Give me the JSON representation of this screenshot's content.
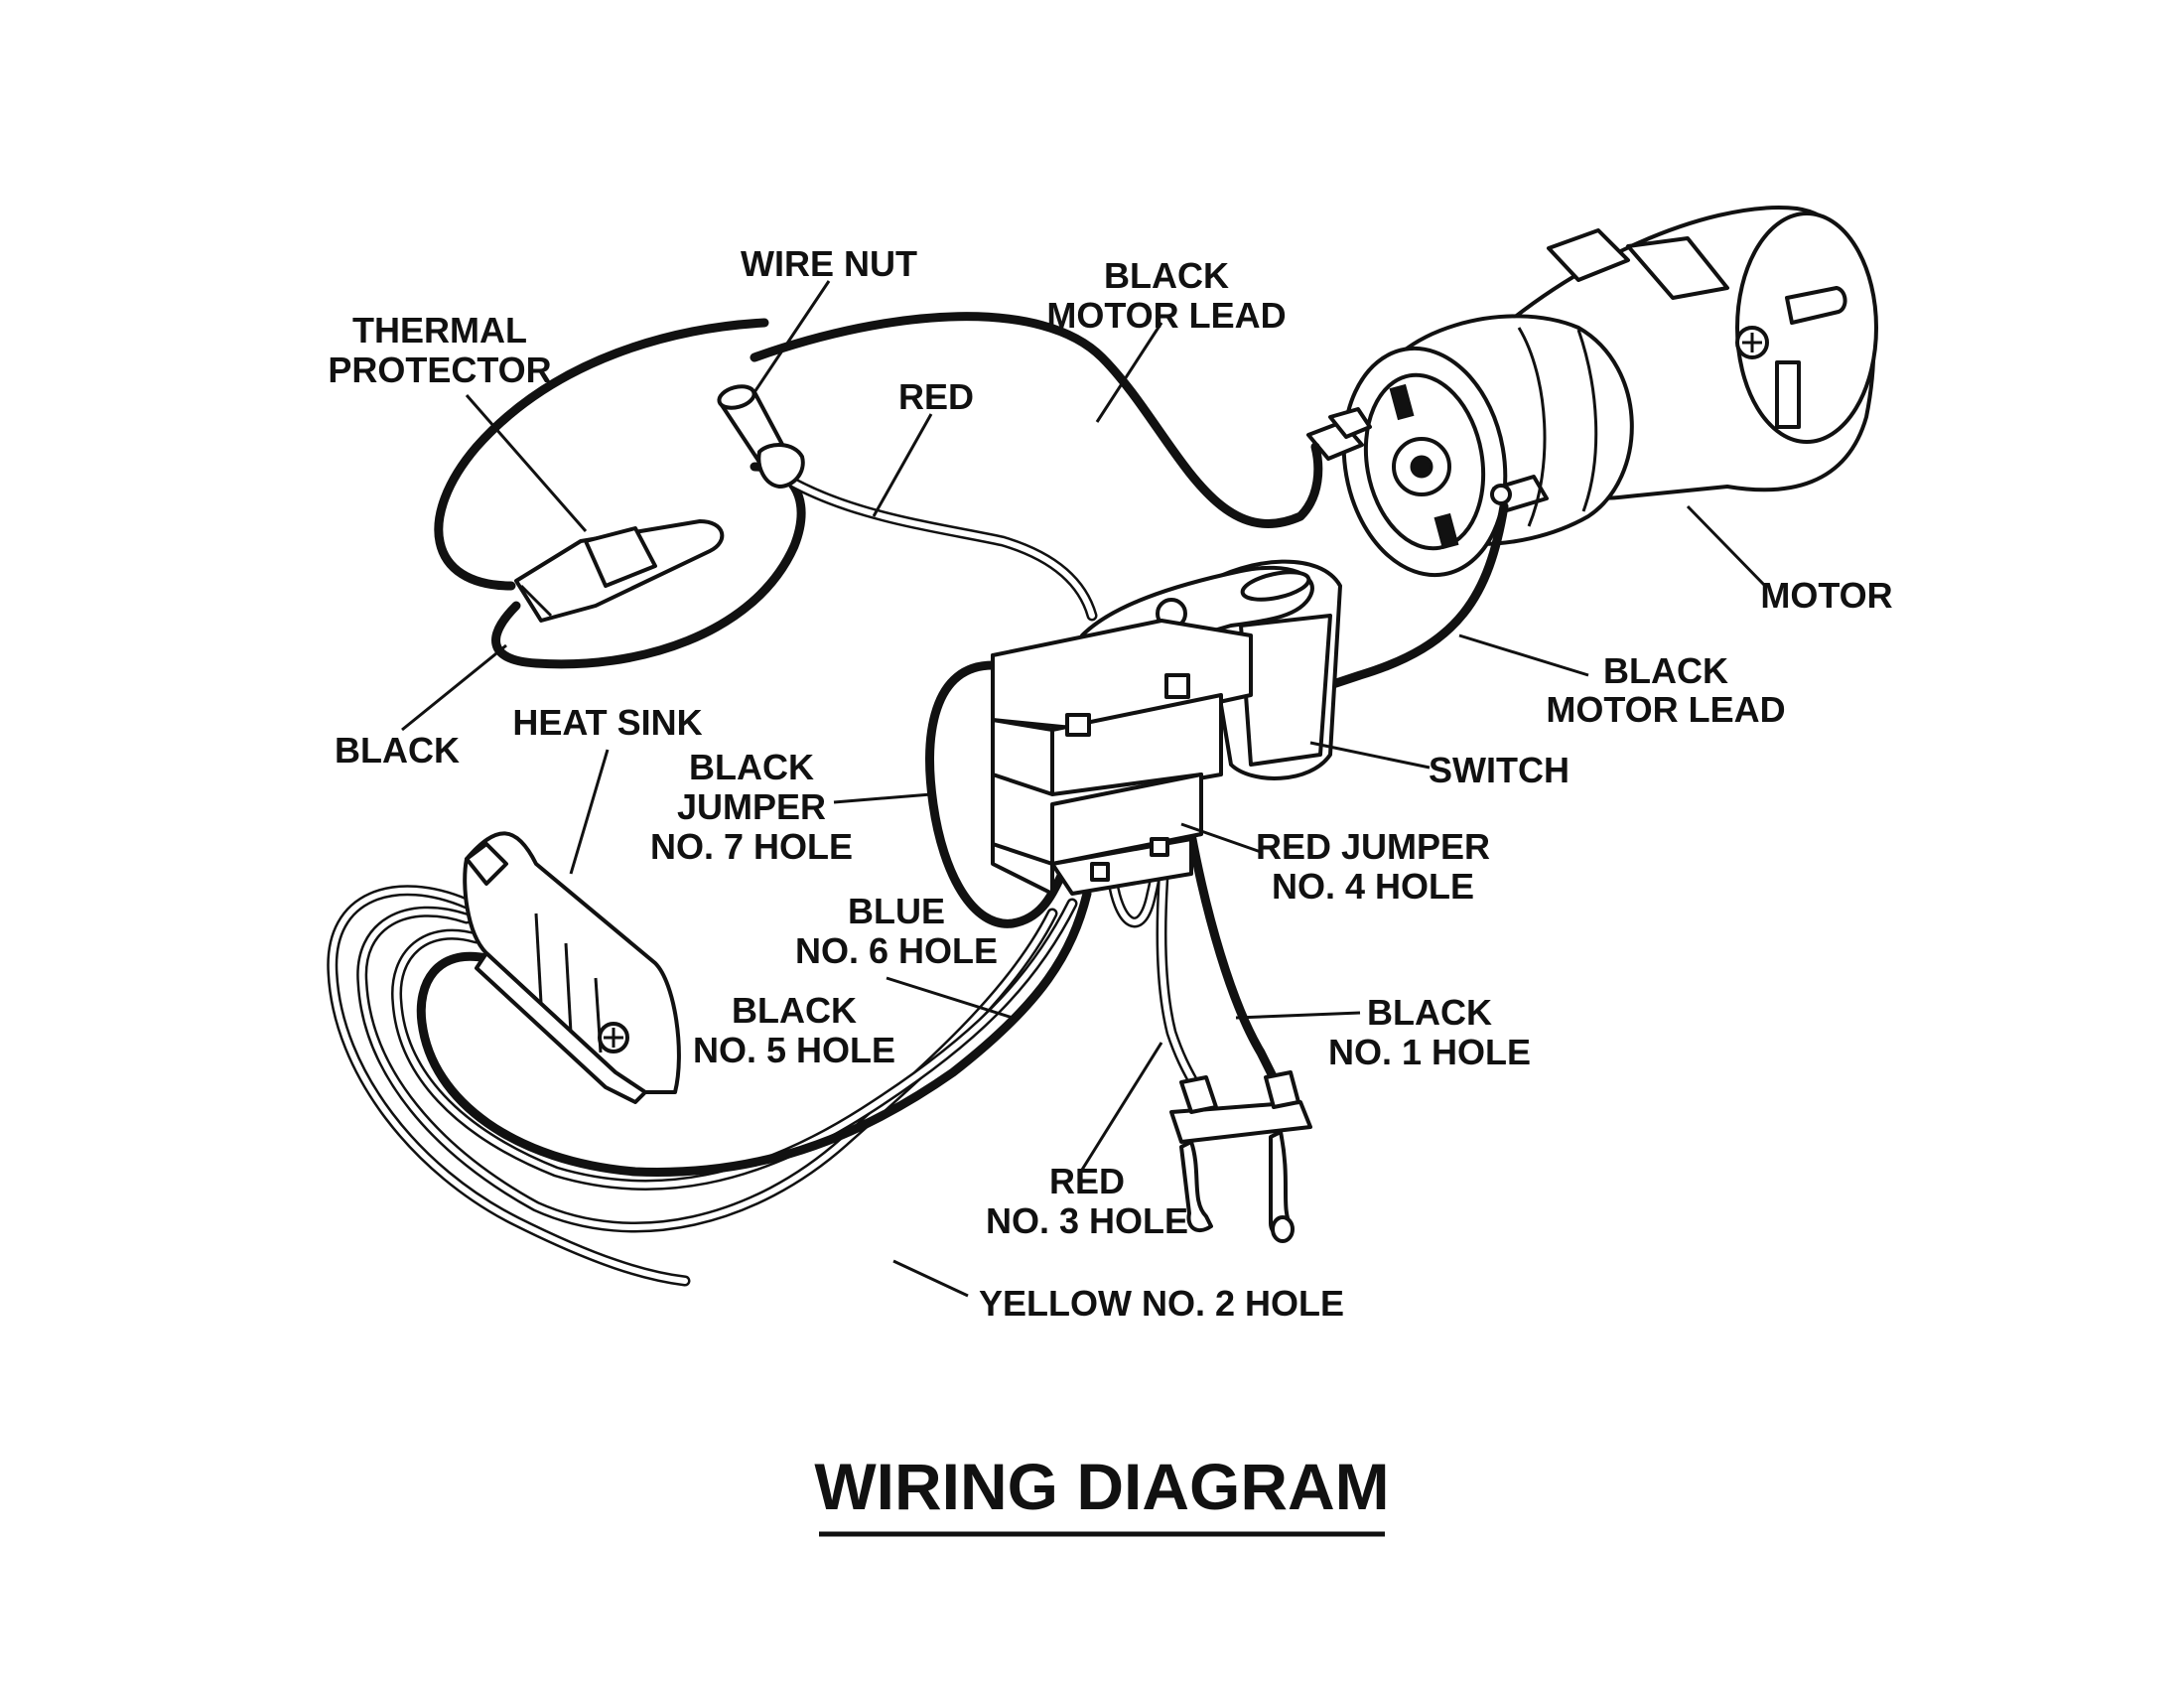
{
  "title": "WIRING DIAGRAM",
  "labels": {
    "thermal_protector_1": "THERMAL",
    "thermal_protector_2": "PROTECTOR",
    "wire_nut": "WIRE NUT",
    "black_motor_lead_top_1": "BLACK",
    "black_motor_lead_top_2": "MOTOR LEAD",
    "red": "RED",
    "motor": "MOTOR",
    "black_motor_lead_right_1": "BLACK",
    "black_motor_lead_right_2": "MOTOR LEAD",
    "switch": "SWITCH",
    "black": "BLACK",
    "heat_sink": "HEAT SINK",
    "black_jumper_1": "BLACK",
    "black_jumper_2": "JUMPER",
    "black_jumper_3": "NO. 7 HOLE",
    "red_jumper_1": "RED JUMPER",
    "red_jumper_2": "NO. 4 HOLE",
    "blue_1": "BLUE",
    "blue_2": "NO. 6 HOLE",
    "black_no5_1": "BLACK",
    "black_no5_2": "NO. 5 HOLE",
    "black_no1_1": "BLACK",
    "black_no1_2": "NO. 1 HOLE",
    "red_no3_1": "RED",
    "red_no3_2": "NO. 3 HOLE",
    "yellow_no2": "YELLOW NO. 2 HOLE"
  }
}
